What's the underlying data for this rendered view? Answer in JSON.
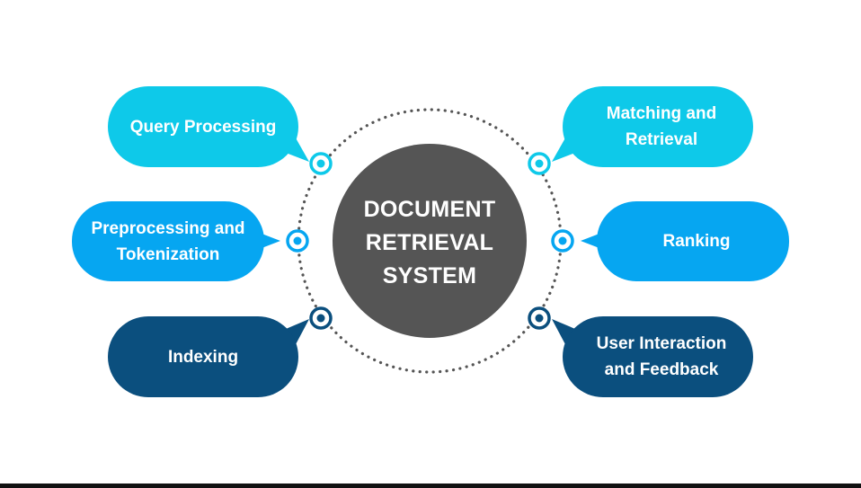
{
  "center": {
    "line1": "DOCUMENT",
    "line2": "RETRIEVAL",
    "line3": "SYSTEM"
  },
  "nodes": [
    {
      "line1": "Query Processing",
      "line2": ""
    },
    {
      "line1": "Preprocessing and",
      "line2": "Tokenization"
    },
    {
      "line1": "Indexing",
      "line2": ""
    },
    {
      "line1": "Matching and",
      "line2": "Retrieval"
    },
    {
      "line1": "Ranking",
      "line2": ""
    },
    {
      "line1": "User Interaction",
      "line2": "and Feedback"
    }
  ],
  "colors": {
    "background": "#ffffff",
    "center_fill": "#555555",
    "dotted_ring": "#555555",
    "cyan": "#0ec9e9",
    "sky_blue": "#06a6f1",
    "navy": "#0b4f7e",
    "text": "#ffffff"
  }
}
